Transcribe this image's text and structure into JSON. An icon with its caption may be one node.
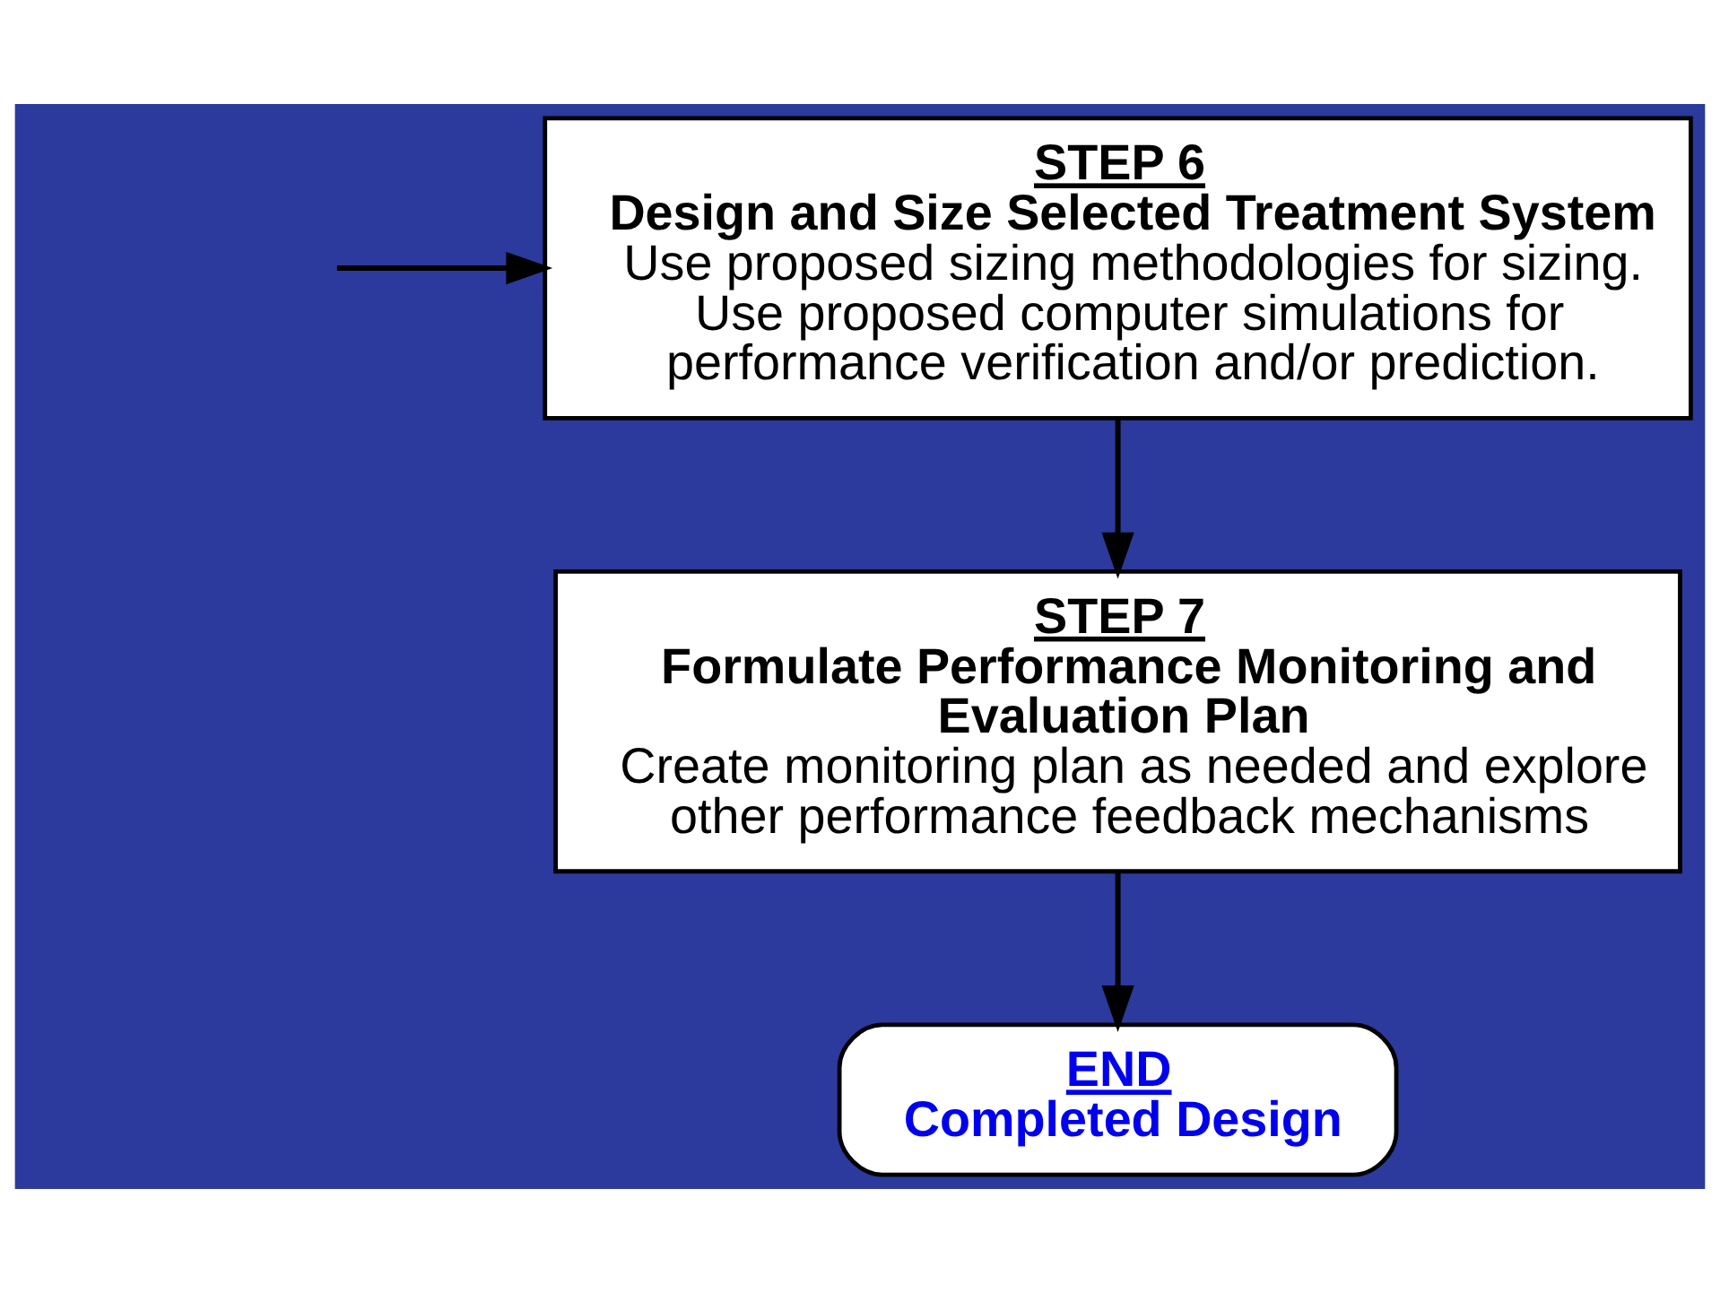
{
  "diagram": {
    "nodes": [
      {
        "text": [
          "STEP 6",
          "Design and Size Selected Treatment System",
          "Use proposed sizing methodologies for sizing. Use proposed computer simulations for performance verification and/or prediction."
        ]
      },
      {
        "text": [
          "STEP 7",
          "Formulate Performance Monitoring and Evaluation Plan",
          "Create monitoring plan as needed and explore other performance feedback mechanisms"
        ]
      },
      {
        "text": [
          "END",
          "Completed Design"
        ]
      }
    ],
    "edges": [
      {
        "from": null,
        "to": 0,
        "arrow": "to"
      },
      {
        "from": 0,
        "to": 1,
        "arrow": "to"
      },
      {
        "from": 1,
        "to": 2,
        "arrow": "to"
      }
    ]
  }
}
